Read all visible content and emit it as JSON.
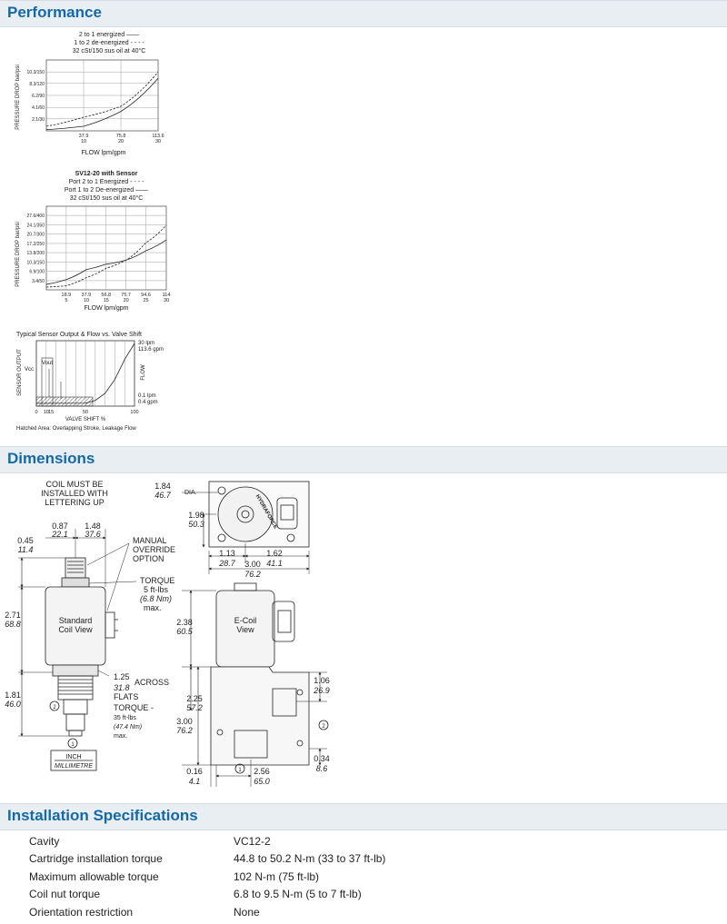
{
  "sections": {
    "performance": "Performance",
    "dimensions": "Dimensions",
    "installation": "Installation Specifications"
  },
  "charts": {
    "chart1": {
      "legend": [
        "2 to 1 energized ——",
        "1 to 2 de-energized - - - -",
        "32 cSt/150 sus oil at 40°C"
      ],
      "ylabel": "PRESSURE DROP bar/psi",
      "xlabel": "FLOW lpm/gpm"
    },
    "chart2": {
      "legend": [
        "SV12-20 with Sensor",
        "Port 2 to 1 Energized - - - -",
        "Port 1 to 2 De-energized ——",
        "32 cSt/150 sus oil at 40°C"
      ],
      "ylabel": "PRESSURE DROP bar/psi",
      "xlabel": "FLOW lpm/gpm"
    },
    "chart3": {
      "title": "Typical Sensor Output & Flow vs. Valve Shift",
      "ylabel_left": "SENSOR OUTPUT",
      "ylabel_right": "FLOW",
      "xlabel": "VALVE SHIFT %",
      "vcc": "Vcc",
      "vout": "Vout",
      "right_top": [
        "30 lpm",
        "113.6 gpm"
      ],
      "right_bottom": [
        "0.1 lpm",
        "0.4 gpm"
      ],
      "footnote": "Hatched Area: Overlapping Stroke, Leakage Flow"
    }
  },
  "chart_data": [
    {
      "type": "line",
      "x": [
        37.9,
        75.8,
        113.6
      ],
      "x_secondary": [
        10,
        20,
        30
      ],
      "y_ticks": [
        "10.3/150",
        "8.3/120",
        "6.2/90",
        "4.1/60",
        "2.1/30"
      ],
      "series": [
        {
          "name": "2 to 1 energized",
          "style": "solid",
          "x": [
            0,
            37.9,
            75.8,
            113.6
          ],
          "y": [
            0.2,
            0.8,
            3.4,
            9.2
          ]
        },
        {
          "name": "1 to 2 de-energized",
          "style": "dashed",
          "x": [
            0,
            37.9,
            75.8,
            113.6
          ],
          "y": [
            0.8,
            2.4,
            4.3,
            10.3
          ]
        }
      ],
      "xlabel": "FLOW lpm/gpm",
      "ylabel": "PRESSURE DROP bar/psi",
      "xlim": [
        0,
        113.6
      ],
      "ylim": [
        0,
        12.4
      ]
    },
    {
      "type": "line",
      "title": "SV12-20 with Sensor",
      "x": [
        18.9,
        37.9,
        56.8,
        75.7,
        94.6,
        114
      ],
      "x_secondary": [
        5,
        10,
        15,
        20,
        25,
        30
      ],
      "y_ticks": [
        "27.6/400",
        "24.1/350",
        "20.7/300",
        "17.2/250",
        "13.8/200",
        "10.3/150",
        "6.9/100",
        "3.4/50"
      ],
      "series": [
        {
          "name": "Port 2 to 1 Energized",
          "style": "dashed",
          "x": [
            0,
            18.9,
            37.9,
            56.8,
            75.7,
            94.6,
            114
          ],
          "y": [
            1.0,
            1.5,
            4.5,
            8.0,
            11.0,
            17.5,
            24.0
          ]
        },
        {
          "name": "Port 1 to 2 De-energized",
          "style": "solid",
          "x": [
            0,
            18.9,
            37.9,
            56.8,
            75.7,
            94.6,
            114
          ],
          "y": [
            2.0,
            3.8,
            7.5,
            9.5,
            11.0,
            14.5,
            18.5
          ]
        }
      ],
      "xlabel": "FLOW lpm/gpm",
      "ylabel": "PRESSURE DROP bar/psi",
      "xlim": [
        0,
        114
      ],
      "ylim": [
        0,
        31
      ]
    },
    {
      "type": "line",
      "title": "Typical Sensor Output & Flow vs. Valve Shift",
      "x_ticks": [
        "0",
        "10",
        "15",
        "50",
        "100"
      ],
      "series": [
        {
          "name": "Flow",
          "style": "solid",
          "x": [
            0,
            50,
            60,
            70,
            80,
            90,
            100
          ],
          "y": [
            0.05,
            0.1,
            1.5,
            5,
            12,
            22,
            30
          ]
        }
      ],
      "xlabel": "VALVE SHIFT %",
      "xlim": [
        0,
        100
      ]
    }
  ],
  "dimensions": {
    "coil_note": [
      "COIL MUST BE",
      "INSTALLED WITH",
      "LETTERING UP"
    ],
    "manual_override": [
      "MANUAL",
      "OVERRIDE",
      "OPTION"
    ],
    "torque_coil": [
      "TORQUE",
      "5 ft-lbs",
      "(6.8 Nm)",
      "max."
    ],
    "across_flats": [
      "ACROSS",
      "FLATS"
    ],
    "torque_cart": [
      "TORQUE -",
      "35 ft-lbs",
      "(47.4 Nm)",
      "max."
    ],
    "standard_coil": [
      "Standard",
      "Coil View"
    ],
    "ecoil": [
      "E-Coil",
      "View"
    ],
    "unit_box": [
      "INCH",
      "MILLIMETRE"
    ],
    "dia": "DIA.",
    "brand": "HYDRAFORCE",
    "pairs": {
      "d087": [
        "0.87",
        "22.1"
      ],
      "d148": [
        "1.48",
        "37.6"
      ],
      "d045": [
        "0.45",
        "11.4"
      ],
      "d271": [
        "2.71",
        "68.8"
      ],
      "d181": [
        "1.81",
        "46.0"
      ],
      "d125": [
        "1.25",
        "31.8"
      ],
      "d184": [
        "1.84",
        "46.7"
      ],
      "d198": [
        "1.98",
        "50.3"
      ],
      "d113": [
        "1.13",
        "28.7"
      ],
      "d162": [
        "1.62",
        "41.1"
      ],
      "d300w": [
        "3.00",
        "76.2"
      ],
      "d238": [
        "2.38",
        "60.5"
      ],
      "d225": [
        "2.25",
        "57.2"
      ],
      "d300h": [
        "3.00",
        "76.2"
      ],
      "d106": [
        "1.06",
        "26.9"
      ],
      "d034": [
        "0.34",
        "8.6"
      ],
      "d016": [
        "0.16",
        "4.1"
      ],
      "d256": [
        "2.56",
        "65.0"
      ]
    },
    "ports": [
      "1",
      "2"
    ]
  },
  "specs": [
    {
      "label": "Cavity",
      "value": "VC12-2"
    },
    {
      "label": "Cartridge installation torque",
      "value": "44.8 to 50.2 N-m (33 to 37 ft-lb)"
    },
    {
      "label": "Maximum allowable torque",
      "value": "102 N-m (75 ft-lb)"
    },
    {
      "label": "Coil nut torque",
      "value": "6.8 to 9.5 N-m (5 to 7 ft-lb)"
    },
    {
      "label": "Orientation restriction",
      "value": "None"
    }
  ]
}
